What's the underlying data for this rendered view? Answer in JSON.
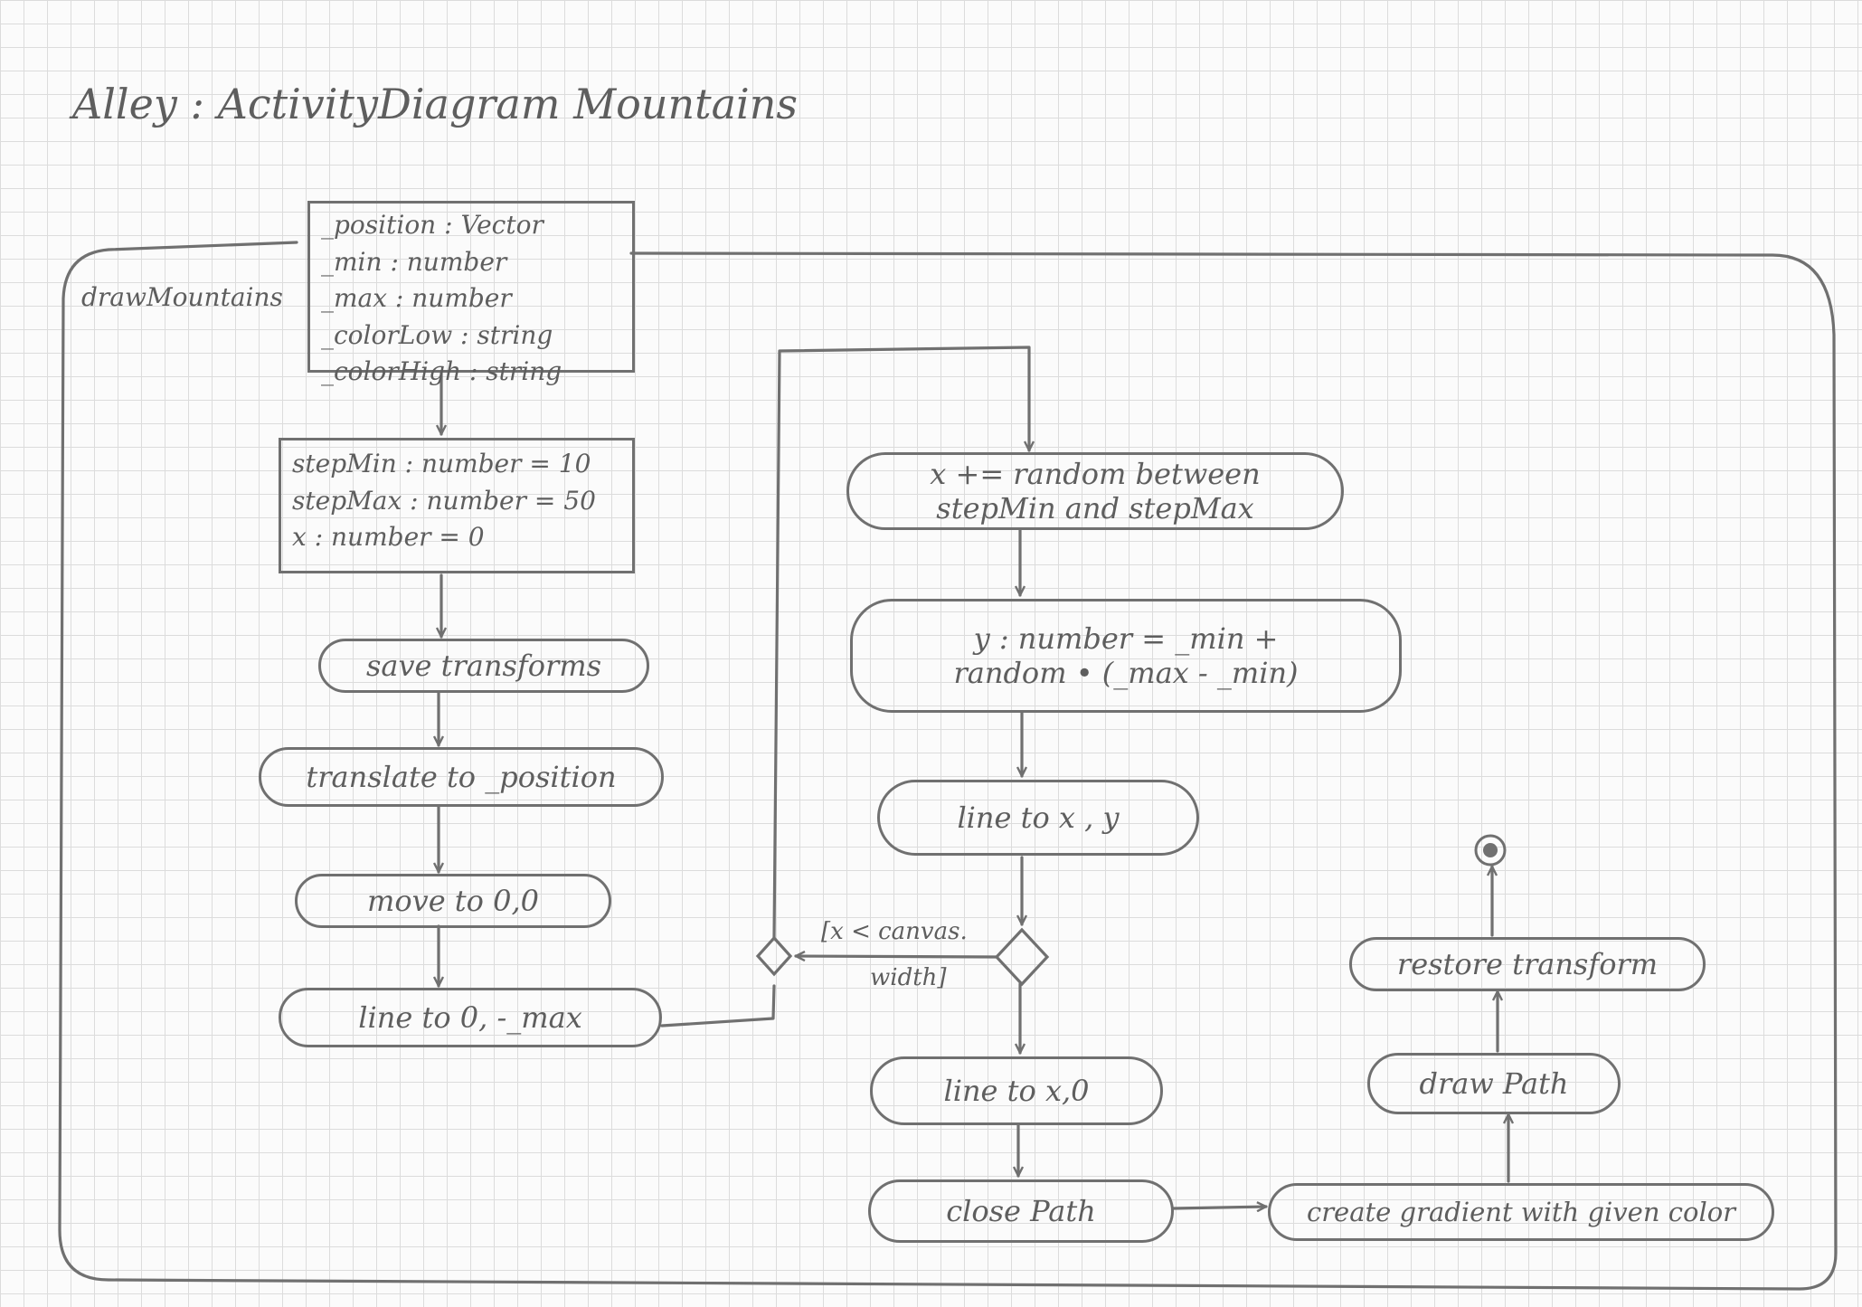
{
  "title": "Alley : ActivityDiagram Mountains",
  "activity_name": "drawMountains",
  "parameters": [
    "_position : Vector",
    "_min : number",
    "_max : number",
    "_colorLow : string",
    "_colorHigh : string"
  ],
  "variables": [
    "stepMin : number = 10",
    "stepMax : number = 50",
    "x : number = 0"
  ],
  "actions": {
    "save_transforms": "save transforms",
    "translate": "translate to _position",
    "move_to": "move to 0,0",
    "line_to_max": "line to 0, -_max",
    "x_step": [
      "x += random between",
      "stepMin and stepMax"
    ],
    "y_calc": [
      "y : number = _min +",
      "random • (_max - _min)"
    ],
    "line_to_xy": "line to x , y",
    "line_to_x0": "line to x,0",
    "close_path": "close Path",
    "create_gradient": "create gradient with given color",
    "draw_path": "draw Path",
    "restore": "restore transform"
  },
  "guard": [
    "[x < canvas.",
    "width]"
  ]
}
